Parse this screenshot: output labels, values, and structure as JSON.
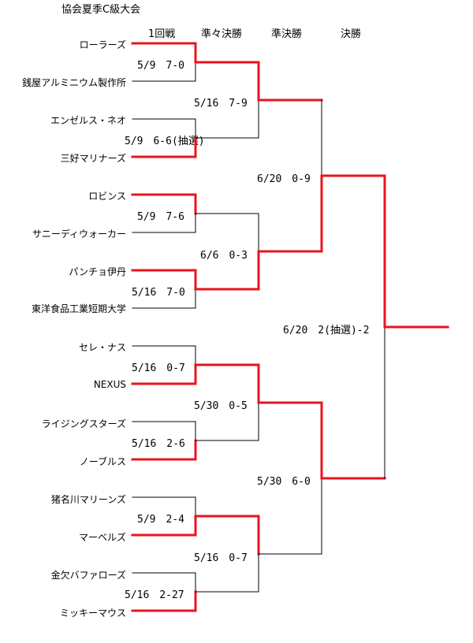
{
  "title": "協会夏季C級大会",
  "rounds": [
    "1回戦",
    "準々決勝",
    "準決勝",
    "決勝"
  ],
  "teams": [
    "ローラーズ",
    "銭屋アルミニウム製作所",
    "エンゼルス・ネオ",
    "三好マリナーズ",
    "ロビンス",
    "サニーディウォーカー",
    "パンチョ伊丹",
    "東洋食品工業短期大学",
    "セレ・ナス",
    "NEXUS",
    "ライジングスターズ",
    "ノーブルス",
    "猪名川マリーンズ",
    "マーベルズ",
    "金欠バファローズ",
    "ミッキーマウス"
  ],
  "results": {
    "r1": [
      "5/9　7-0",
      "5/9　6-6(抽選)",
      "5/9　7-6",
      "5/16　7-0",
      "5/16　0-7",
      "5/16　2-6",
      "5/9　2-4",
      "5/16　2-27"
    ],
    "qf": [
      "5/16　7-9",
      "6/6　0-3",
      "5/30　0-5",
      "5/16　0-7"
    ],
    "sf": [
      "6/20　0-9",
      "5/30　6-0"
    ],
    "final": "6/20　2(抽選)-2"
  },
  "colors": {
    "win": "#e8141e",
    "loss": "#000000"
  }
}
